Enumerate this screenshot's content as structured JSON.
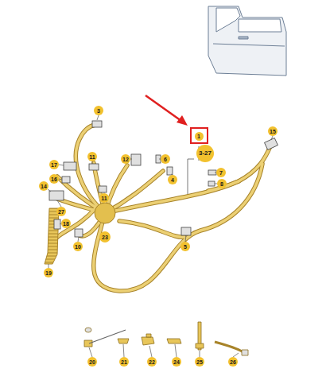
{
  "diagram": {
    "labels": [
      "3",
      "1",
      "3-27",
      "15",
      "17",
      "11",
      "12",
      "6",
      "7",
      "8",
      "16",
      "11",
      "4",
      "14",
      "27",
      "18",
      "23",
      "10",
      "5",
      "19",
      "20",
      "21",
      "22",
      "24",
      "25",
      "26"
    ]
  }
}
